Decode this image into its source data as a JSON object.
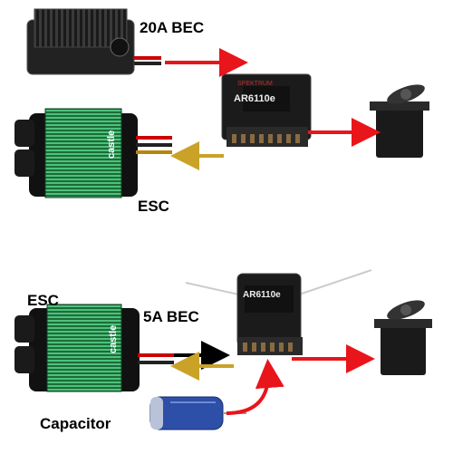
{
  "panels": {
    "top": {
      "bec_label": "20A BEC",
      "esc_label": "ESC",
      "receiver_brand": "SPEKTRUM",
      "receiver_model": "AR6110e"
    },
    "bottom": {
      "esc_label": "ESC",
      "bec_label": "5A BEC",
      "capacitor_label": "Capacitor",
      "receiver_model": "AR6110e"
    }
  },
  "esc_brand": "castle",
  "colors": {
    "power_arrow": "#e8151b",
    "signal_arrow_gold": "#c9a227",
    "black_arrow": "#000000",
    "esc_heatsink": "#2fa35a",
    "capacitor": "#2d4fa8"
  },
  "icons": [
    "bec-module-icon",
    "receiver-icon",
    "servo-icon",
    "esc-icon",
    "capacitor-icon"
  ]
}
